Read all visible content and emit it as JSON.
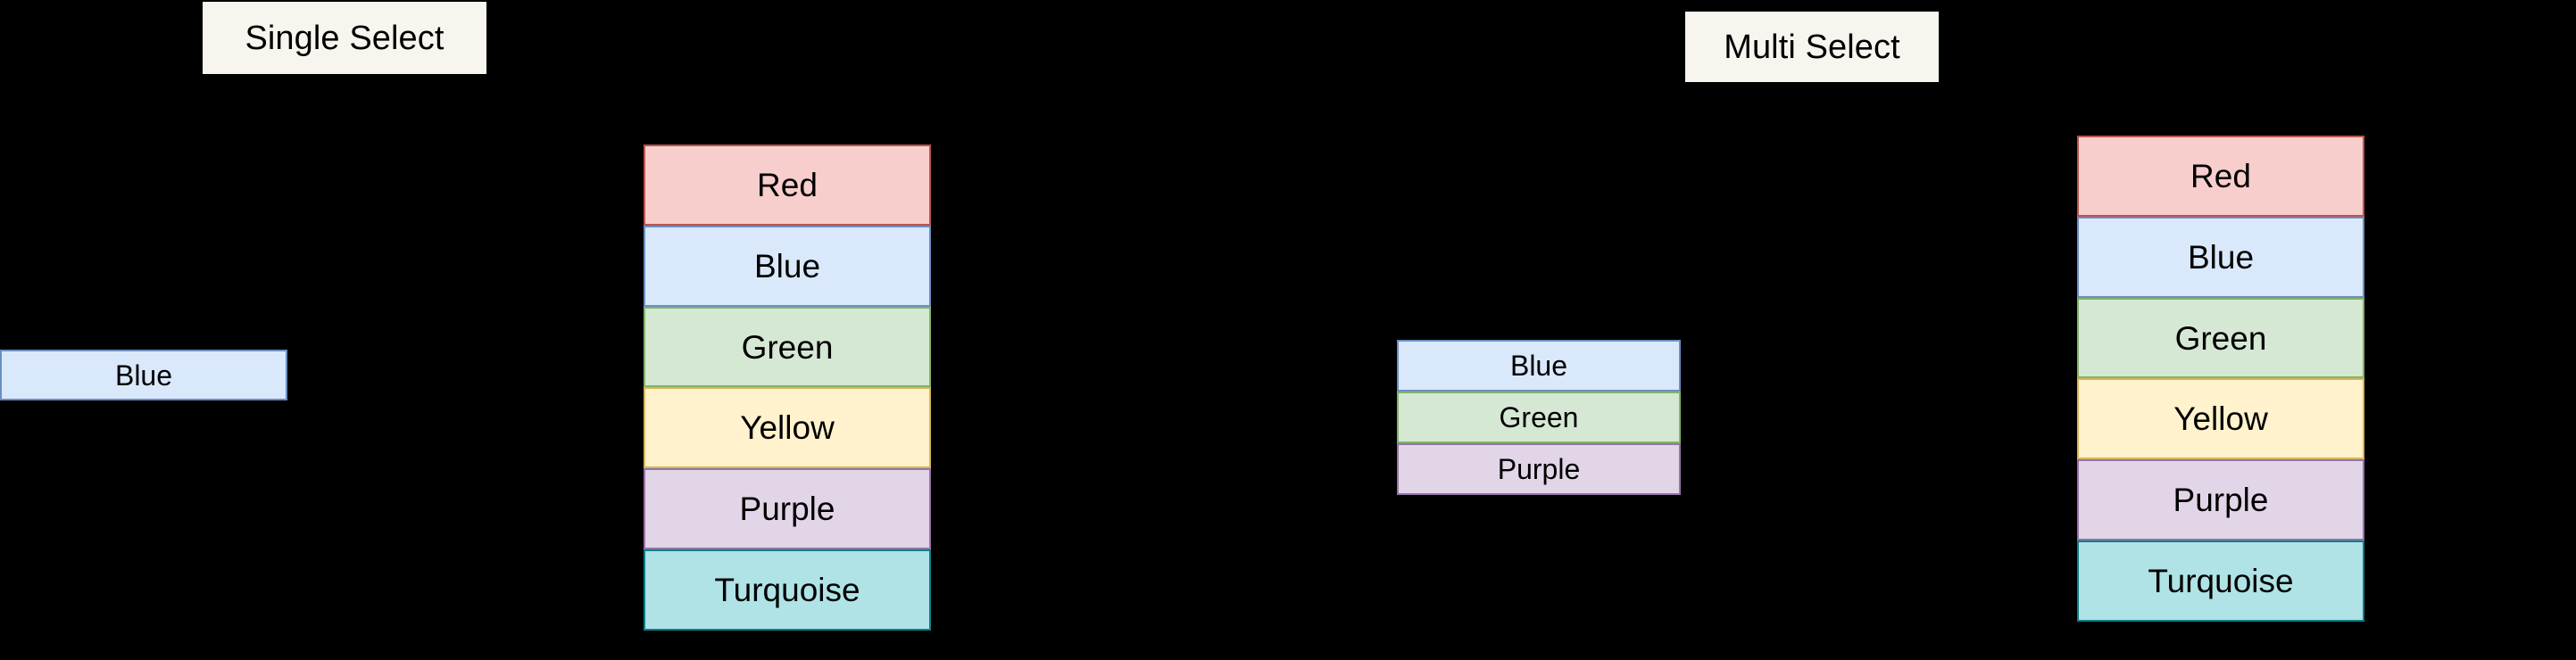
{
  "background_color": "#000000",
  "palette": {
    "red": {
      "fill": "#f8cecc",
      "stroke": "#b85450"
    },
    "blue": {
      "fill": "#dae8fc",
      "stroke": "#6c8ebf"
    },
    "green": {
      "fill": "#d5e8d4",
      "stroke": "#82b366"
    },
    "yellow": {
      "fill": "#fff2cc",
      "stroke": "#d6b656"
    },
    "purple": {
      "fill": "#e1d5e7",
      "stroke": "#9673a6"
    },
    "turquoise": {
      "fill": "#b0e3e6",
      "stroke": "#0e8088"
    },
    "chip_background": "#f7f5ee",
    "text": "#000000"
  },
  "single_select": {
    "title": "Single Select",
    "selected_value": "Blue",
    "options": [
      {
        "label": "Red",
        "swatch": "red"
      },
      {
        "label": "Blue",
        "swatch": "blue"
      },
      {
        "label": "Green",
        "swatch": "green"
      },
      {
        "label": "Yellow",
        "swatch": "yellow"
      },
      {
        "label": "Purple",
        "swatch": "purple"
      },
      {
        "label": "Turquoise",
        "swatch": "turquoise"
      }
    ]
  },
  "multi_select": {
    "title": "Multi Select",
    "selected_values": [
      {
        "label": "Blue",
        "swatch": "blue"
      },
      {
        "label": "Green",
        "swatch": "green"
      },
      {
        "label": "Purple",
        "swatch": "purple"
      }
    ],
    "options": [
      {
        "label": "Red",
        "swatch": "red"
      },
      {
        "label": "Blue",
        "swatch": "blue"
      },
      {
        "label": "Green",
        "swatch": "green"
      },
      {
        "label": "Yellow",
        "swatch": "yellow"
      },
      {
        "label": "Purple",
        "swatch": "purple"
      },
      {
        "label": "Turquoise",
        "swatch": "turquoise"
      }
    ]
  }
}
